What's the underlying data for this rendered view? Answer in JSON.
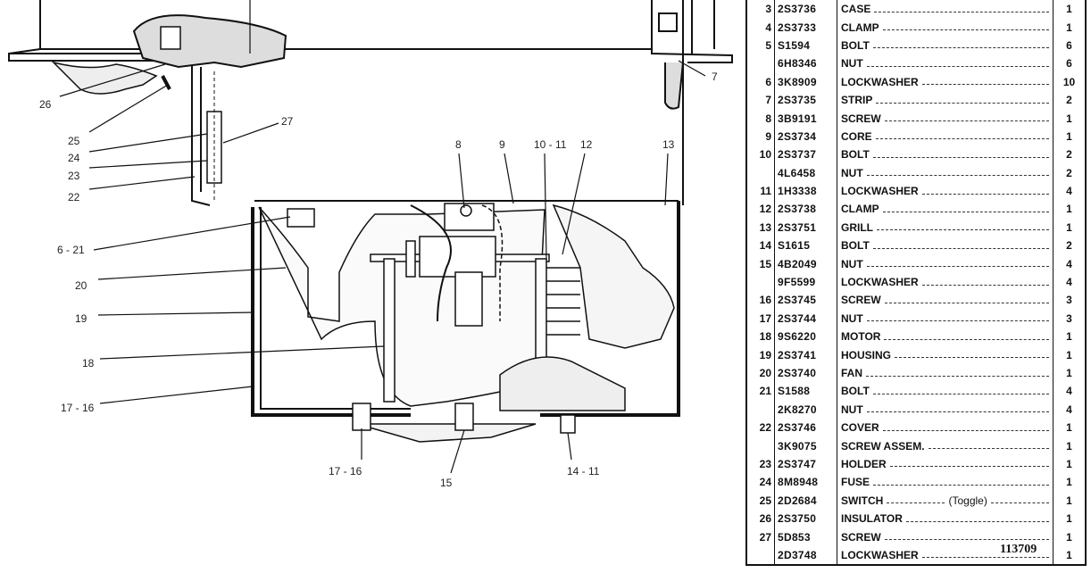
{
  "colors": {
    "ink": "#111111",
    "fill": "#e8e8e8",
    "background": "#ffffff"
  },
  "callouts": [
    "26",
    "25",
    "24",
    "23",
    "22",
    "6 - 21",
    "20",
    "19",
    "18",
    "17 - 16",
    "27",
    "8",
    "9",
    "10 - 11",
    "12",
    "13",
    "7",
    "17 - 16",
    "15",
    "14 - 11"
  ],
  "parts": [
    {
      "no": "3",
      "pn": "2S3736",
      "desc": "CASE",
      "qty": "1"
    },
    {
      "no": "4",
      "pn": "2S3733",
      "desc": "CLAMP",
      "qty": "1"
    },
    {
      "no": "5",
      "pn": "S1594",
      "desc": "BOLT",
      "qty": "6"
    },
    {
      "no": "",
      "pn": "6H8346",
      "desc": "NUT",
      "qty": "6"
    },
    {
      "no": "6",
      "pn": "3K8909",
      "desc": "LOCKWASHER",
      "qty": "10"
    },
    {
      "no": "7",
      "pn": "2S3735",
      "desc": "STRIP",
      "qty": "2"
    },
    {
      "no": "8",
      "pn": "3B9191",
      "desc": "SCREW",
      "qty": "1"
    },
    {
      "no": "9",
      "pn": "2S3734",
      "desc": "CORE",
      "qty": "1"
    },
    {
      "no": "10",
      "pn": "2S3737",
      "desc": "BOLT",
      "qty": "2"
    },
    {
      "no": "",
      "pn": "4L6458",
      "desc": "NUT",
      "qty": "2"
    },
    {
      "no": "11",
      "pn": "1H3338",
      "desc": "LOCKWASHER",
      "qty": "4"
    },
    {
      "no": "12",
      "pn": "2S3738",
      "desc": "CLAMP",
      "qty": "1"
    },
    {
      "no": "13",
      "pn": "2S3751",
      "desc": "GRILL",
      "qty": "1"
    },
    {
      "no": "14",
      "pn": "S1615",
      "desc": "BOLT",
      "qty": "2"
    },
    {
      "no": "15",
      "pn": "4B2049",
      "desc": "NUT",
      "qty": "4"
    },
    {
      "no": "",
      "pn": "9F5599",
      "desc": "LOCKWASHER",
      "qty": "4"
    },
    {
      "no": "16",
      "pn": "2S3745",
      "desc": "SCREW",
      "qty": "3"
    },
    {
      "no": "17",
      "pn": "2S3744",
      "desc": "NUT",
      "qty": "3"
    },
    {
      "no": "18",
      "pn": "9S6220",
      "desc": "MOTOR",
      "qty": "1"
    },
    {
      "no": "19",
      "pn": "2S3741",
      "desc": "HOUSING",
      "qty": "1"
    },
    {
      "no": "20",
      "pn": "2S3740",
      "desc": "FAN",
      "qty": "1"
    },
    {
      "no": "21",
      "pn": "S1588",
      "desc": "BOLT",
      "qty": "4"
    },
    {
      "no": "",
      "pn": "2K8270",
      "desc": "NUT",
      "qty": "4"
    },
    {
      "no": "22",
      "pn": "2S3746",
      "desc": "COVER",
      "qty": "1"
    },
    {
      "no": "",
      "pn": "3K9075",
      "desc": "SCREW ASSEM.",
      "qty": "1"
    },
    {
      "no": "23",
      "pn": "2S3747",
      "desc": "HOLDER",
      "qty": "1"
    },
    {
      "no": "24",
      "pn": "8M8948",
      "desc": "FUSE",
      "qty": "1"
    },
    {
      "no": "25",
      "pn": "2D2684",
      "desc": "SWITCH",
      "note": "(Toggle)",
      "qty": "1"
    },
    {
      "no": "26",
      "pn": "2S3750",
      "desc": "INSULATOR",
      "qty": "1"
    },
    {
      "no": "27",
      "pn": "5D853",
      "desc": "SCREW",
      "qty": "1"
    },
    {
      "no": "",
      "pn": "2D3748",
      "desc": "LOCKWASHER",
      "qty": "1"
    }
  ],
  "doc_number": "113709"
}
